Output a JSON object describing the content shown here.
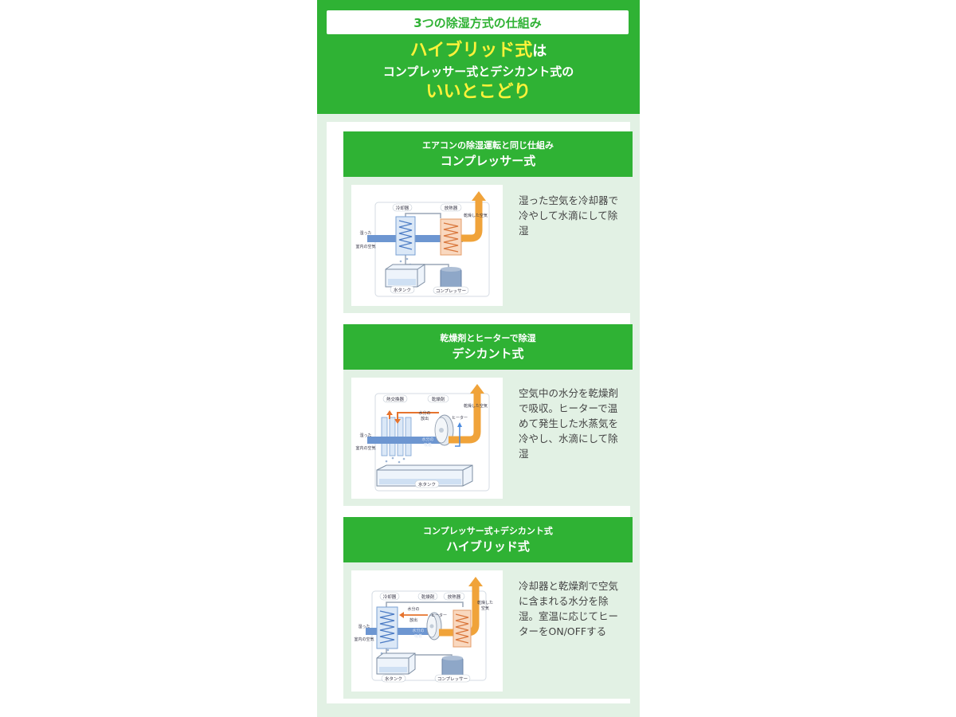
{
  "hero": {
    "title": "3つの除湿方式の仕組み",
    "line1_highlight": "ハイブリッド式",
    "line1_suffix": "は",
    "line2": "コンプレッサー式とデシカント式の",
    "line3": "いいとこどり"
  },
  "sections": [
    {
      "subtitle": "エアコンの除湿運転と同じ仕組み",
      "title": "コンプレッサー式",
      "description": "湿った空気を冷却器で冷やして水滴にして除湿",
      "diagram": {
        "cooler": "冷却器",
        "radiator": "放熱器",
        "dry_air": "乾燥した空気",
        "humid_air_1": "湿った",
        "humid_air_2": "室内の空気",
        "water_tank": "水タンク",
        "compressor": "コンプレッサー"
      }
    },
    {
      "subtitle": "乾燥剤とヒーターで除湿",
      "title": "デシカント式",
      "description": "空気中の水分を乾燥剤で吸収。ヒーターで温めて発生した水蒸気を冷やし、水滴にして除湿",
      "diagram": {
        "heat_exchanger": "熱交換器",
        "desiccant": "乾燥剤",
        "dry_air": "乾燥した空気",
        "release_1": "水分の",
        "release_2": "放出",
        "heater": "ヒーター",
        "absorb_1": "水分の",
        "absorb_2": "吸着",
        "humid_air_1": "湿った",
        "humid_air_2": "室内の空気",
        "water_tank": "水タンク"
      }
    },
    {
      "subtitle": "コンプレッサー式+デシカント式",
      "title": "ハイブリッド式",
      "description": "冷却器と乾燥剤で空気に含まれる水分を除湿。室温に応じてヒーターをON/OFFする",
      "diagram": {
        "cooler": "冷却器",
        "desiccant": "乾燥剤",
        "radiator": "放熱器",
        "dry_air_1": "乾燥した",
        "dry_air_2": "空気",
        "release_1": "水分の",
        "release_2": "放出",
        "heater": "ヒーター",
        "absorb_1": "水分の",
        "absorb_2": "吸着",
        "humid_air_1": "湿った",
        "humid_air_2": "室内の空気",
        "water_tank": "水タンク",
        "compressor": "コンプレッサー"
      }
    }
  ]
}
